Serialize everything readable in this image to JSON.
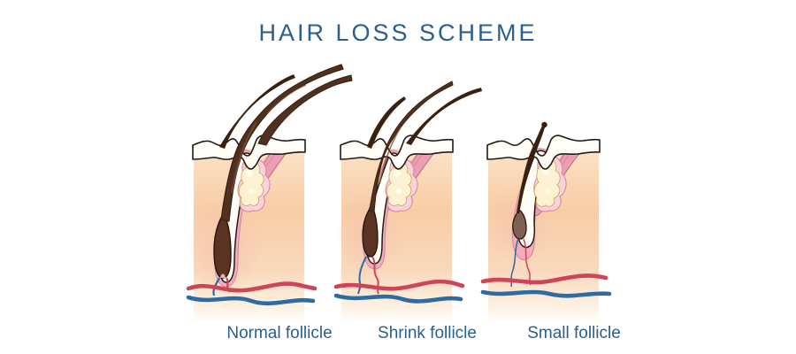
{
  "title": {
    "text": "HAIR LOSS SCHEME"
  },
  "panels": [
    {
      "id": "normal",
      "label": "Normal follicle",
      "illustration": "normal-follicle-illustration",
      "parts": [
        "hair-shaft",
        "epidermis",
        "dermis",
        "follicle-sheath",
        "sebaceous-gland",
        "arrector-pili-muscle",
        "hair-bulb",
        "artery-vessel",
        "vein-vessel"
      ]
    },
    {
      "id": "shrink",
      "label": "Shrink follicle",
      "illustration": "shrink-follicle-illustration",
      "parts": [
        "hair-shaft",
        "epidermis",
        "dermis",
        "follicle-sheath",
        "sebaceous-gland",
        "arrector-pili-muscle",
        "hair-bulb",
        "artery-vessel",
        "vein-vessel"
      ]
    },
    {
      "id": "small",
      "label": "Small follicle",
      "illustration": "small-follicle-illustration",
      "parts": [
        "hair-shaft",
        "epidermis",
        "dermis",
        "follicle-sheath",
        "sebaceous-gland",
        "arrector-pili-muscle",
        "hair-bulb",
        "artery-vessel",
        "vein-vessel"
      ]
    }
  ],
  "colors": {
    "title_text": "#2a608f",
    "label_text": "#2a608f",
    "outline": "#211a15",
    "epidermis": "#fffdf6",
    "dermis_top": "#fbe2c6",
    "dermis_mid": "#f8cda5",
    "dermis_low": "#f9d9bd",
    "dermis_fade": "#ffffff",
    "hair_dark": "#38210f",
    "hair_fill": "#50301e",
    "hair_highlight": "#7b4c33",
    "bulb_fill": "#5b3323",
    "bulb_small_fill": "#7e6053",
    "sheath_pink": "#f2adbd",
    "sheath_pink_deep": "#d6849c",
    "pink_light": "#f9d2da",
    "gland_fill": "#fcf1d3",
    "gland_edge": "#cfa86f",
    "gland_highlight": "#fffbe8",
    "muscle_fill": "#ec9fb2",
    "muscle_edge": "#c2708a",
    "artery_red": "#cf4457",
    "vein_blue": "#2e6ba2",
    "glow": "#f6bfae"
  }
}
